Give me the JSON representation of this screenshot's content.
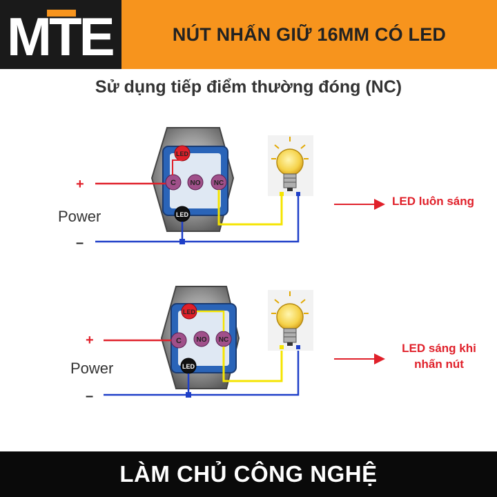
{
  "header": {
    "logo_text": "MTE",
    "title": "NÚT NHẤN GIỮ 16MM CÓ LED"
  },
  "subtitle": "Sử dụng tiếp điểm thường đóng (NC)",
  "terminal_labels": {
    "led": "LED",
    "c": "C",
    "no": "NO",
    "nc": "NC"
  },
  "power": {
    "plus": "+",
    "minus": "–",
    "label": "Power"
  },
  "diagram_1": {
    "result_text": "LED luôn sáng"
  },
  "diagram_2": {
    "result_line1": "LED sáng khi",
    "result_line2": "nhấn nút"
  },
  "footer": {
    "slogan": "LÀM CHỦ CÔNG NGHỆ"
  },
  "colors": {
    "header_bg": "#f7941d",
    "logo_bg": "#1a1a1a",
    "wire_positive": "#e0202a",
    "wire_negative": "#1e3fc8",
    "wire_signal": "#f5e400",
    "terminal": "#a0508a",
    "result_text": "#e0202a",
    "footer_bg": "#0a0a0a"
  }
}
